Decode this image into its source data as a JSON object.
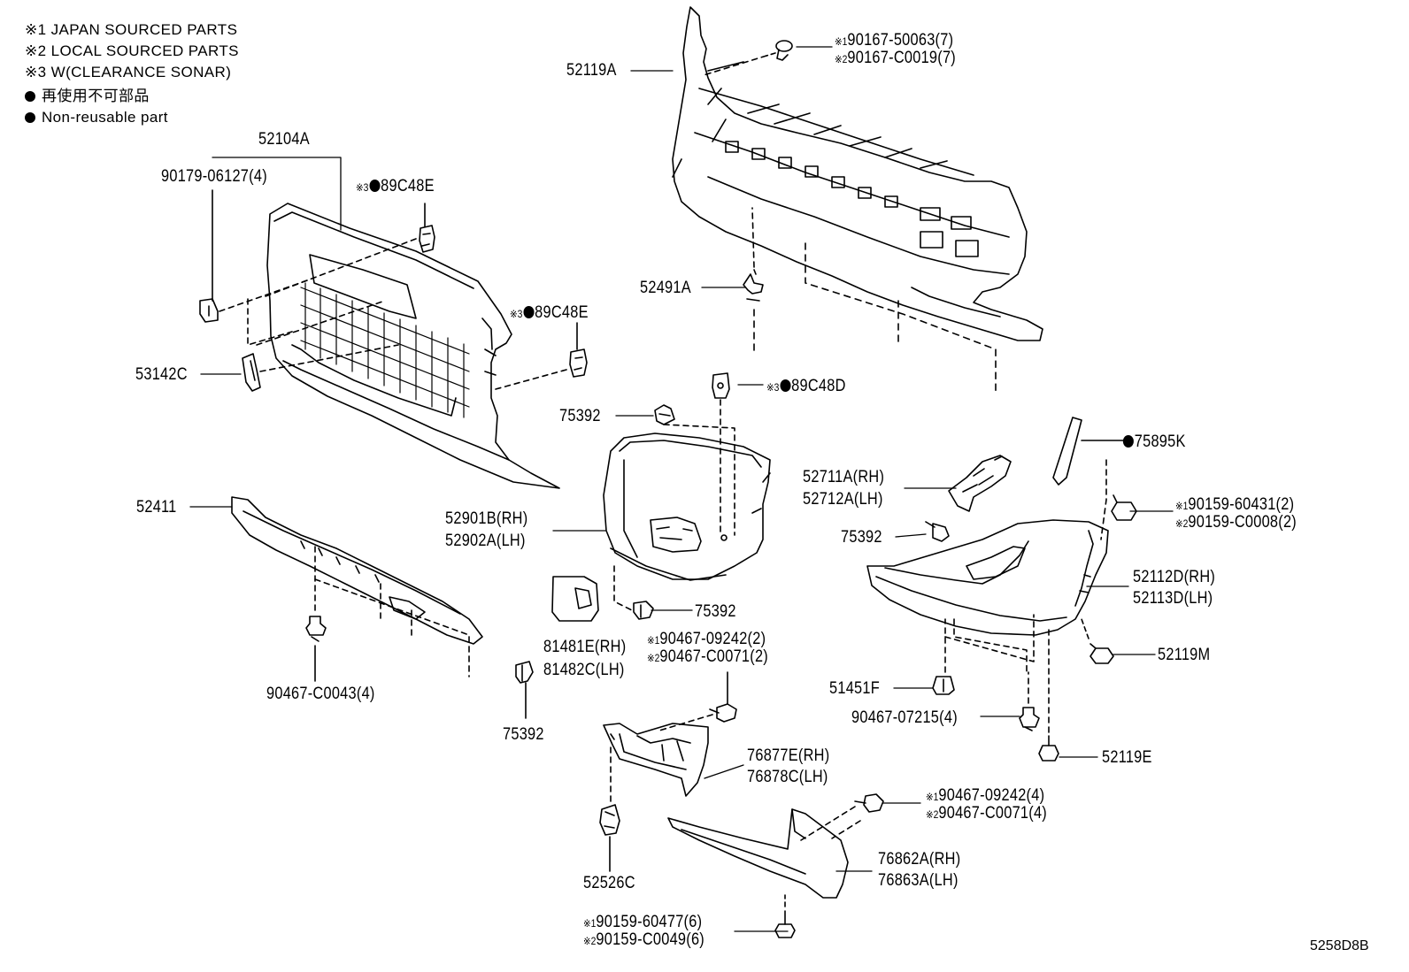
{
  "legend": {
    "line1": "※1 JAPAN SOURCED PARTS",
    "line2": "※2 LOCAL SOURCED PARTS",
    "line3": "※3 W(CLEARANCE SONAR)",
    "line4": "再使用不可部品",
    "line5": "Non-reusable part"
  },
  "figure_code": "5258D8B",
  "parts": {
    "p52119A": "52119A",
    "p90167_50063": "90167-50063(7)",
    "p90167_C0019": "90167-C0019(7)",
    "p52104A": "52104A",
    "p90179_06127": "90179-06127(4)",
    "p89C48E_a": "89C48E",
    "p89C48E_b": "89C48E",
    "p89C48D": "89C48D",
    "p52491A": "52491A",
    "p53142C": "53142C",
    "p75392_a": "75392",
    "p75392_b": "75392",
    "p75392_c": "75392",
    "p75392_d": "75392",
    "p75895K": "75895K",
    "p52711A": "52711A(RH)",
    "p52712A": "52712A(LH)",
    "p90159_60431": "90159-60431(2)",
    "p90159_C0008": "90159-C0008(2)",
    "p52411": "52411",
    "p52901B": "52901B(RH)",
    "p52902A": "52902A(LH)",
    "p52112D": "52112D(RH)",
    "p52113D": "52113D(LH)",
    "p52119M": "52119M",
    "p81481E": "81481E(RH)",
    "p81482C": "81482C(LH)",
    "p90467_09242_a": "90467-09242(2)",
    "p90467_C0071_a": "90467-C0071(2)",
    "p90467_C0043": "90467-C0043(4)",
    "p51451F": "51451F",
    "p90467_07215": "90467-07215(4)",
    "p76877E": "76877E(RH)",
    "p76878C": "76878C(LH)",
    "p52119E": "52119E",
    "p90467_09242_b": "90467-09242(4)",
    "p90467_C0071_b": "90467-C0071(4)",
    "p76862A": "76862A(RH)",
    "p76863A": "76863A(LH)",
    "p52526C": "52526C",
    "p90159_60477": "90159-60477(6)",
    "p90159_C0049": "90159-C0049(6)"
  },
  "refs": {
    "r1": "※1",
    "r2": "※2",
    "r3": "※3"
  }
}
